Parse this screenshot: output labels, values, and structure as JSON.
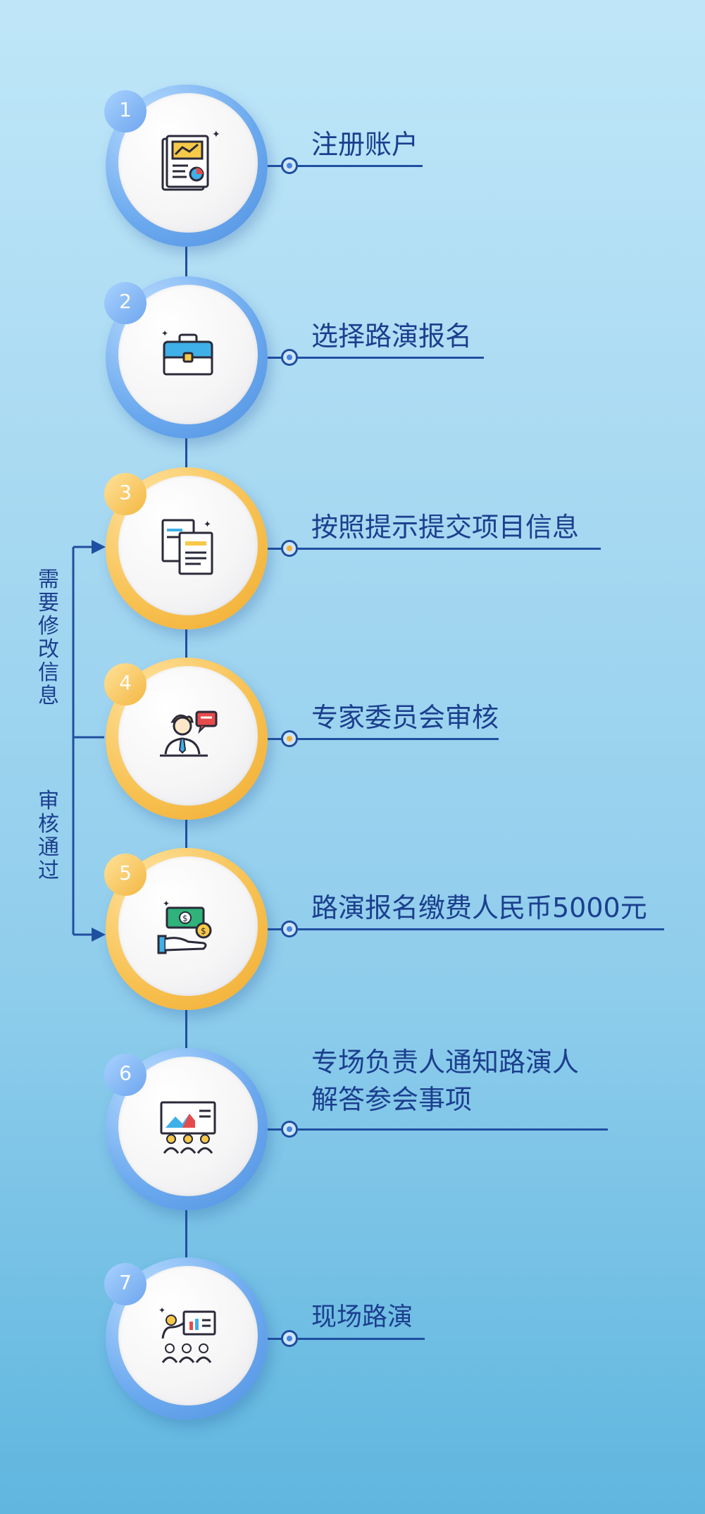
{
  "steps": [
    {
      "num": "1",
      "label": "注册账户",
      "color": "blue",
      "icon": "report-chart-icon"
    },
    {
      "num": "2",
      "label": "选择路演报名",
      "color": "blue",
      "icon": "briefcase-icon"
    },
    {
      "num": "3",
      "label": "按照提示提交项目信息",
      "color": "gold",
      "icon": "documents-icon"
    },
    {
      "num": "4",
      "label": "专家委员会审核",
      "color": "gold",
      "icon": "expert-review-icon"
    },
    {
      "num": "5",
      "label": "路演报名缴费人民币5000元",
      "color": "gold",
      "icon": "payment-hand-icon"
    },
    {
      "num": "6",
      "label_lines": [
        "专场负责人通知路演人",
        "解答参会事项"
      ],
      "color": "blue",
      "icon": "audience-presentation-icon"
    },
    {
      "num": "7",
      "label": "现场路演",
      "color": "blue",
      "icon": "onsite-roadshow-icon"
    }
  ],
  "loop": {
    "revise_label": "需要修改信息",
    "approved_label": "审核通过"
  },
  "colors": {
    "ring_blue": "#6aa8ee",
    "ring_gold": "#f7c04f",
    "line": "#1f4fa0",
    "text": "#1b3f8e"
  }
}
